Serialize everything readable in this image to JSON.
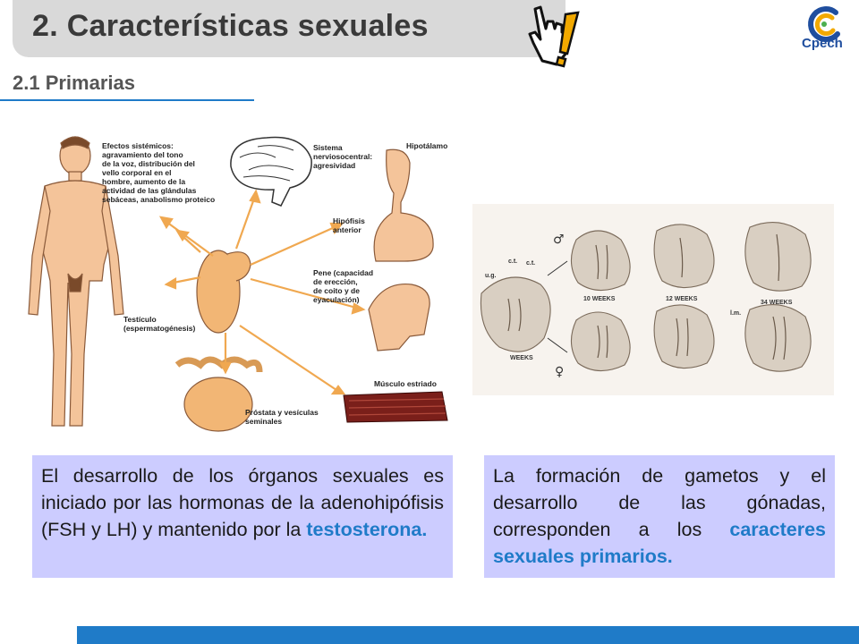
{
  "header": {
    "title": "2. Características sexuales",
    "subtitle": "2.1 Primarias"
  },
  "logo": {
    "text": "Cpech"
  },
  "figure_left": {
    "labels": {
      "efectos": [
        "Efectos sistémicos:",
        "agravamiento del tono",
        "de la voz, distribución del",
        "vello corporal en el",
        "hombre, aumento de la",
        "actividad de las glándulas",
        "sebáceas, anabolismo proteico"
      ],
      "sistema": [
        "Sistema",
        "nerviosocentral:",
        "agresividad"
      ],
      "hipotalamo": [
        "Hipotálamo"
      ],
      "hipofisis": [
        "Hipófisis",
        "anterior"
      ],
      "pene": [
        "Pene (capacidad",
        "de erección,",
        "de coito y de",
        "eyaculación)"
      ],
      "testiculo": [
        "Testículo",
        "(espermatogénesis)"
      ],
      "musculo": [
        "Músculo estriado"
      ],
      "prostata": [
        "Próstata y vesículas",
        "seminales"
      ]
    }
  },
  "figure_right": {
    "labels": {
      "weeks10": "10 WEEKS",
      "weeks12": "12 WEEKS",
      "weeks34": "34 WEEKS",
      "weeks": "WEEKS",
      "male": "♂",
      "female": "♀",
      "ct1": "c.t.",
      "ct2": "c.t.",
      "ug": "u.g.",
      "lm": "l.m."
    }
  },
  "boxes": {
    "left": {
      "text": "El desarrollo de los órganos sexuales es iniciado por las hormonas de la adenohipófisis (FSH y LH) y mantenido por la ",
      "highlight": "testosterona."
    },
    "right": {
      "text": "La formación de gametos y el desarrollo de las gónadas, corresponden a los ",
      "highlight": "caracteres sexuales primarios."
    }
  },
  "colors": {
    "accent": "#1f7bc8",
    "box": "#ccccff",
    "title_bar": "#d9d9d9",
    "arrow": "#f0a850"
  }
}
